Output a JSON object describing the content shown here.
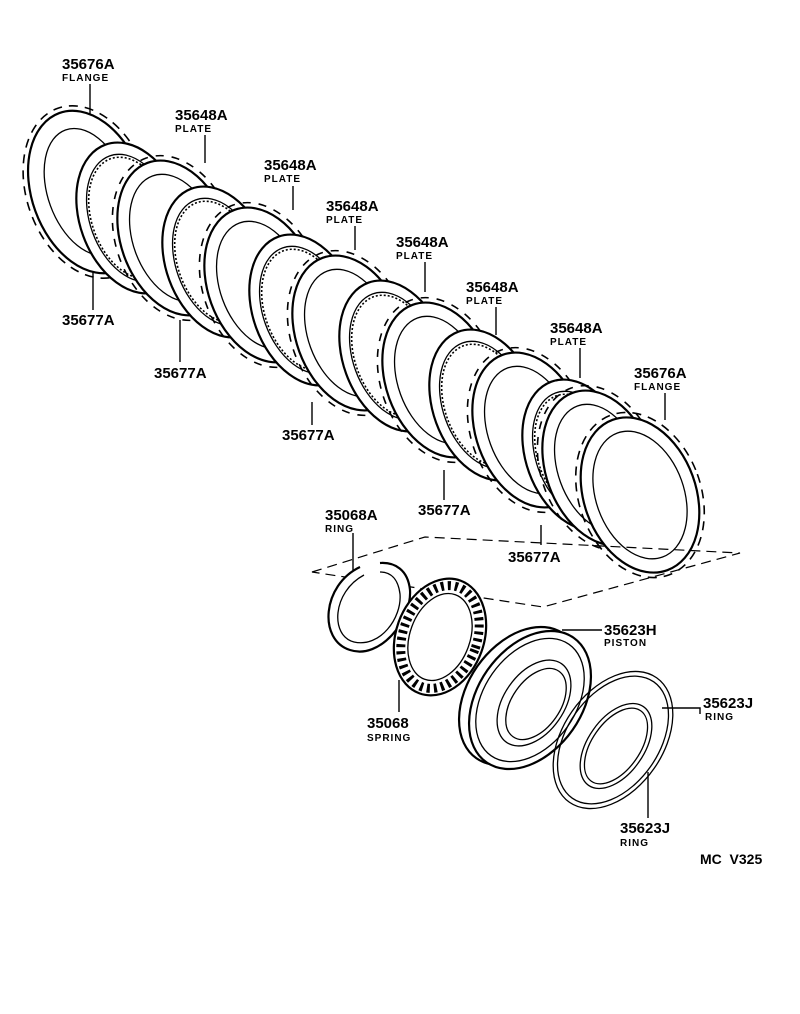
{
  "diagram_code": "MC  V325",
  "labels": {
    "flange_top": {
      "part": "35676A",
      "name": "FLANGE"
    },
    "plate_1": {
      "part": "35648A",
      "name": "PLATE"
    },
    "plate_2": {
      "part": "35648A",
      "name": "PLATE"
    },
    "plate_3": {
      "part": "35648A",
      "name": "PLATE"
    },
    "plate_4": {
      "part": "35648A",
      "name": "PLATE"
    },
    "plate_5": {
      "part": "35648A",
      "name": "PLATE"
    },
    "plate_6": {
      "part": "35648A",
      "name": "PLATE"
    },
    "flange_bottom": {
      "part": "35676A",
      "name": "FLANGE"
    },
    "disc_1": {
      "part": "35677A"
    },
    "disc_2": {
      "part": "35677A"
    },
    "disc_3": {
      "part": "35677A"
    },
    "disc_4": {
      "part": "35677A"
    },
    "disc_5": {
      "part": "35677A"
    },
    "snap_ring": {
      "part": "35068A",
      "name": "RING"
    },
    "spring": {
      "part": "35068",
      "name": "SPRING"
    },
    "piston": {
      "part": "35623H",
      "name": "PISTON"
    },
    "ring_outer": {
      "part": "35623J",
      "name": "RING"
    },
    "ring_inner": {
      "part": "35623J",
      "name": "RING"
    }
  }
}
